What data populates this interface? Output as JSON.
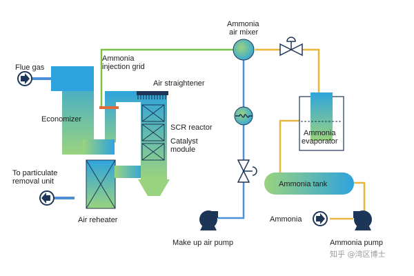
{
  "labels": {
    "flue_gas": "Flue gas",
    "ammonia_injection_grid_1": "Ammonia",
    "ammonia_injection_grid_2": "injection grid",
    "air_straightener": "Air straightener",
    "economizer": "Economizer",
    "scr_reactor": "SCR reactor",
    "catalyst_module_1": "Catalyst",
    "catalyst_module_2": "module",
    "to_particulate_1": "To particulate",
    "to_particulate_2": "removal unit",
    "air_reheater": "Air reheater",
    "ammonia_air_mixer_1": "Ammonia",
    "ammonia_air_mixer_2": "air mixer",
    "ammonia_evaporator_1": "Ammonia",
    "ammonia_evaporator_2": "evaporator",
    "ammonia_tank": "Ammonia tank",
    "ammonia_inlet": "Ammonia",
    "make_up_air_pump": "Make up air pump",
    "ammonia_pump": "Ammonia pump"
  },
  "watermark": "知乎 @湾区博士",
  "colors": {
    "green_line": "#7cc242",
    "yellow_line": "#e7b53b",
    "blue_line": "#4b8fd6",
    "vessel_top": "#2ea3dd",
    "vessel_bottom": "#8ed07a",
    "dark_navy": "#1d3557"
  }
}
